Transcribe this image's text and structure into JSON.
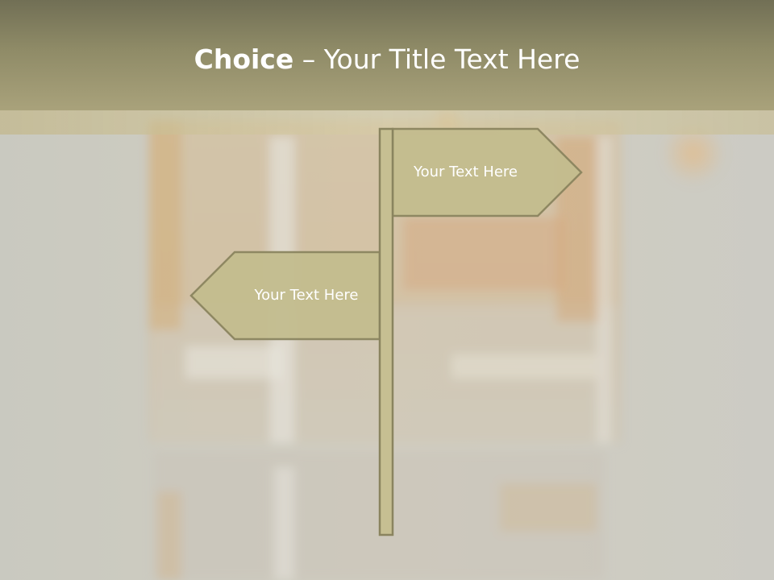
{
  "slide": {
    "title_bold": "Choice",
    "title_rest": "– Your Title Text Here"
  },
  "signpost": {
    "right_sign_label": "Your Text Here",
    "left_sign_label": "Your Text Here"
  },
  "colors": {
    "title_bar": "#8f8b67",
    "sign_fill": "#c3bc8e",
    "sign_stroke": "#8a845f",
    "post_fill": "#c6bf92"
  }
}
